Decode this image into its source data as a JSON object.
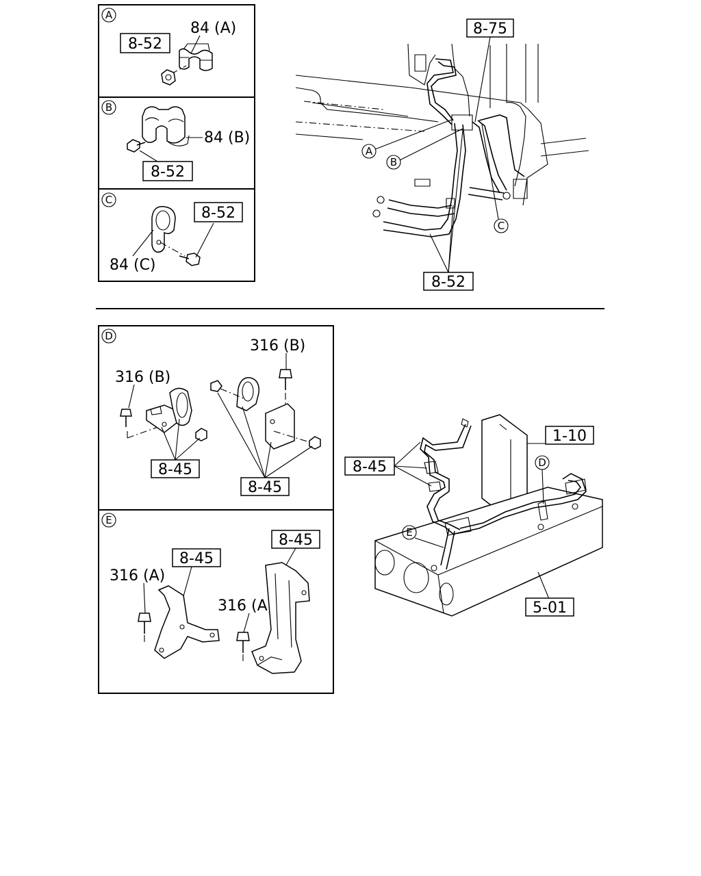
{
  "callouts": {
    "a": "A",
    "b": "B",
    "c": "C",
    "d": "D",
    "e": "E"
  },
  "panel_a": {
    "ref": "8-52",
    "part": "84 (A)"
  },
  "panel_b": {
    "ref": "8-52",
    "part": "84 (B)"
  },
  "panel_c": {
    "ref": "8-52",
    "part": "84 (C)"
  },
  "top_assembly": {
    "ref_top": "8-75",
    "ref_bottom": "8-52"
  },
  "panel_d": {
    "bolt_left": "316 (B)",
    "bolt_right": "316 (B)",
    "ref_left": "8-45",
    "ref_right": "8-45"
  },
  "panel_e": {
    "bolt_left": "316 (A)",
    "bolt_right": "316 (A)",
    "ref_left": "8-45",
    "ref_right": "8-45"
  },
  "bottom_assembly": {
    "ref_clip": "8-45",
    "ref_radiator": "1-10",
    "ref_frame": "5-01"
  }
}
